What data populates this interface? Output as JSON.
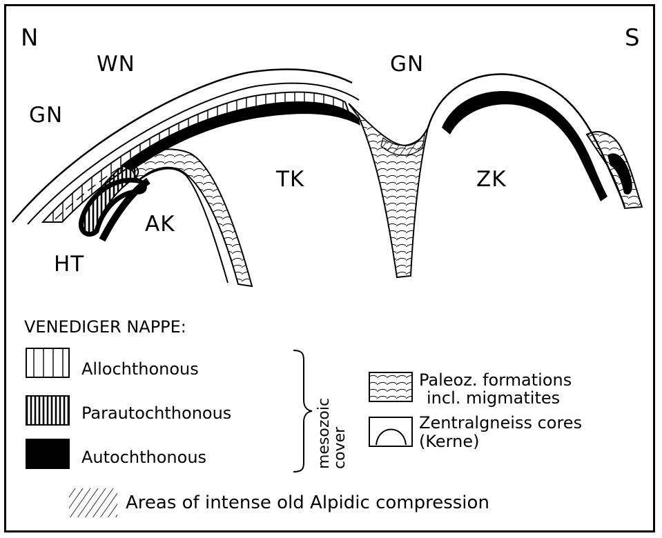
{
  "diagram": {
    "north": "N",
    "south": "S",
    "labels": {
      "gn_left": "GN",
      "gn_top": "GN",
      "wn": "WN",
      "tk": "TK",
      "zk": "ZK",
      "ak": "AK",
      "ht": "HT"
    }
  },
  "legend": {
    "heading": "VENEDIGER NAPPE:",
    "allochthonous": "Allochthonous",
    "parautochthonous": "Parautochthonous",
    "autochthonous": "Autochthonous",
    "cover_label": "mesozoic\ncover",
    "paleoz_line1": "Paleoz. formations",
    "paleoz_line2": "incl. migmatites",
    "zentral_line1": "Zentralgneiss cores",
    "zentral_line2": "(Kerne)",
    "compression": "Areas of intense old Alpidic compression"
  }
}
